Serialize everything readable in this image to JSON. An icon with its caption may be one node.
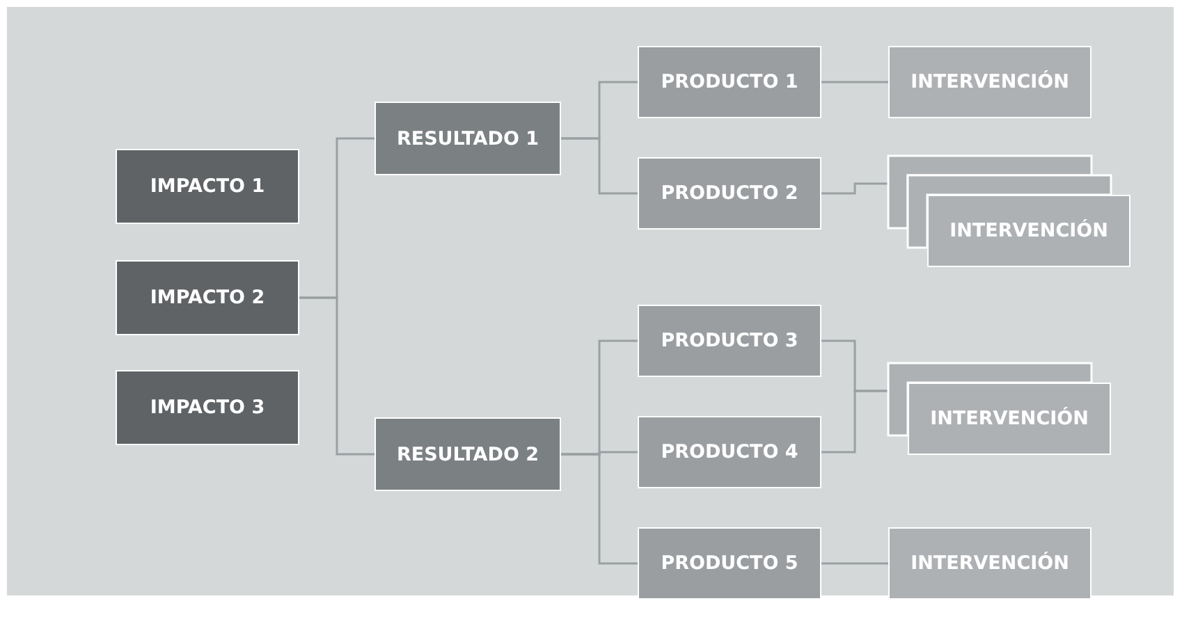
{
  "diagram": {
    "nodes": [
      {
        "text": [
          "IMPACTO 1"
        ]
      },
      {
        "text": [
          "IMPACTO 2"
        ]
      },
      {
        "text": [
          "IMPACTO 3"
        ]
      },
      {
        "text": [
          "RESULTADO 1"
        ]
      },
      {
        "text": [
          "RESULTADO 2"
        ]
      },
      {
        "text": [
          "PRODUCTO 1"
        ]
      },
      {
        "text": [
          "PRODUCTO 2"
        ]
      },
      {
        "text": [
          "PRODUCTO 3"
        ]
      },
      {
        "text": [
          "PRODUCTO 4"
        ]
      },
      {
        "text": [
          "PRODUCTO 5"
        ]
      },
      {
        "text": [
          "INTERVENCIÓN"
        ]
      },
      {
        "text": [],
        "shape": "box"
      },
      {
        "text": [],
        "shape": "box"
      },
      {
        "text": [
          "INTERVENCIÓN"
        ]
      },
      {
        "text": [],
        "shape": "box"
      },
      {
        "text": [
          "INTERVENCIÓN"
        ]
      },
      {
        "text": [
          "INTERVENCIÓN"
        ]
      }
    ],
    "edges": [
      {
        "from": 1,
        "to": 3,
        "arrow": "none"
      },
      {
        "from": 1,
        "to": 4,
        "arrow": "none"
      },
      {
        "from": 3,
        "to": 5,
        "arrow": "none"
      },
      {
        "from": 3,
        "to": 6,
        "arrow": "none"
      },
      {
        "from": 4,
        "to": 7,
        "arrow": "none"
      },
      {
        "from": 4,
        "to": 8,
        "arrow": "none"
      },
      {
        "from": 4,
        "to": 9,
        "arrow": "none"
      },
      {
        "from": 5,
        "to": 10,
        "arrow": "none"
      },
      {
        "from": 6,
        "to": 11,
        "arrow": "none"
      },
      {
        "from": 7,
        "to": 14,
        "arrow": "none"
      },
      {
        "from": 8,
        "to": 14,
        "arrow": "none"
      },
      {
        "from": 9,
        "to": 16,
        "arrow": "none"
      }
    ]
  }
}
